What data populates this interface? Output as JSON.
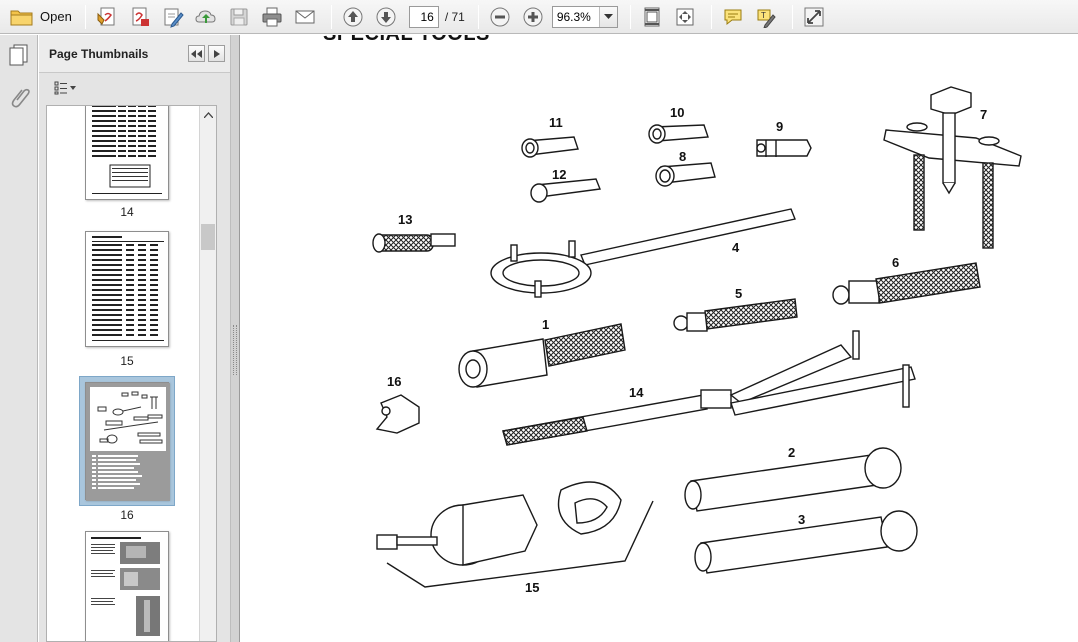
{
  "toolbar": {
    "open_label": "Open",
    "current_page": "16",
    "total_pages": "/ 71",
    "zoom": "96.3%",
    "icons": [
      "open-folder-icon",
      "create-pdf-icon",
      "edit-pdf-icon",
      "fill-sign-icon",
      "upload-icon",
      "save-icon",
      "print-icon",
      "email-icon",
      "page-up-icon",
      "page-down-icon",
      "zoom-out-icon",
      "zoom-in-icon",
      "fit-page-icon",
      "fit-width-icon",
      "comment-icon",
      "highlight-icon",
      "fullscreen-icon"
    ]
  },
  "panel": {
    "title": "Page Thumbnails",
    "thumbnails": [
      {
        "label": "14"
      },
      {
        "label": "15"
      },
      {
        "label": "16",
        "selected": true
      },
      {
        "label": ""
      }
    ]
  },
  "document": {
    "heading": "SPECIAL TOOLS",
    "labels": [
      "11",
      "10",
      "9",
      "7",
      "8",
      "12",
      "13",
      "4",
      "6",
      "5",
      "1",
      "16",
      "14",
      "2",
      "3",
      "15"
    ]
  },
  "colors": {
    "toolbar_bg": "#ececec",
    "panel_bg": "#e4e4e4",
    "selection": "#a9c6dd",
    "divider": "#d2d2d2"
  }
}
